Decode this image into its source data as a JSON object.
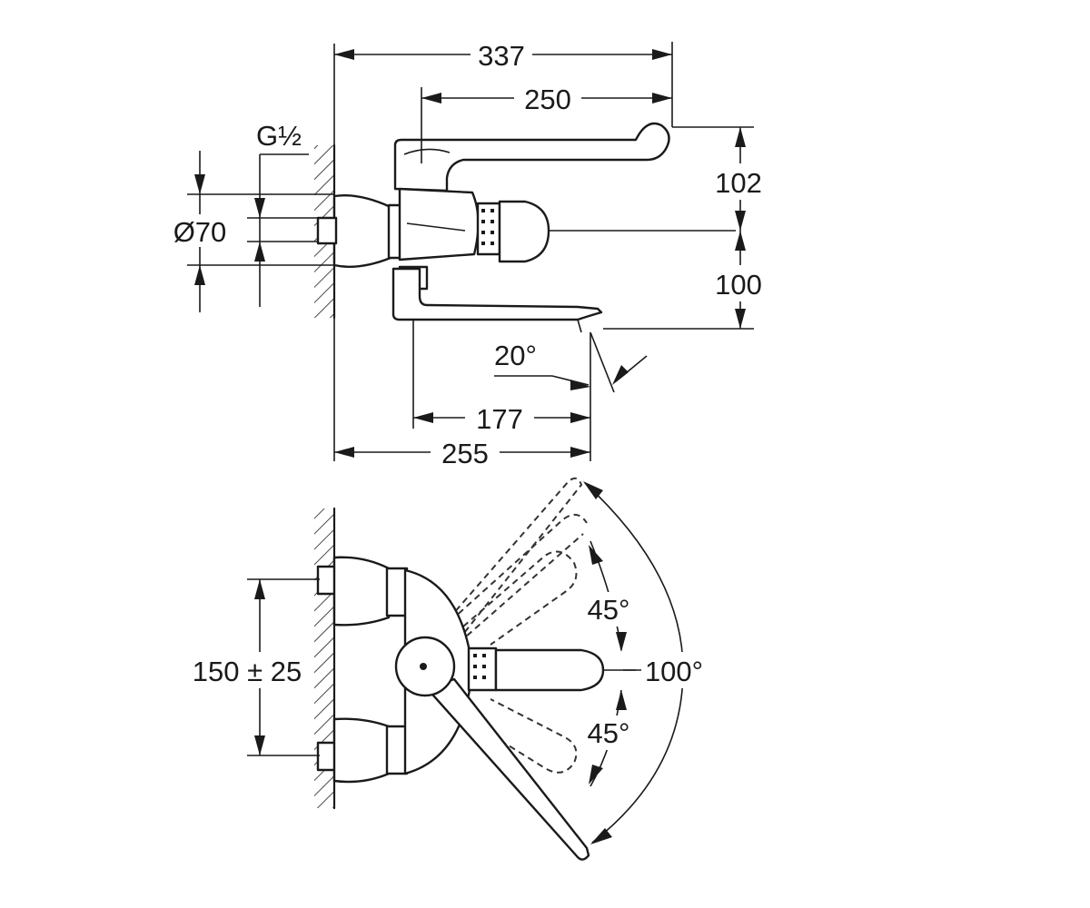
{
  "dimensions": {
    "top_width": "337",
    "lever_reach": "250",
    "lever_height": "102",
    "connection_size": "G½",
    "rosette_diameter": "Ø70",
    "spout_height": "100",
    "spout_angle": "20°",
    "spout_projection": "177",
    "overall_projection": "255",
    "centre_distance": "150 ± 25",
    "rotation_up": "45°",
    "rotation_total": "100°",
    "rotation_down": "45°"
  }
}
